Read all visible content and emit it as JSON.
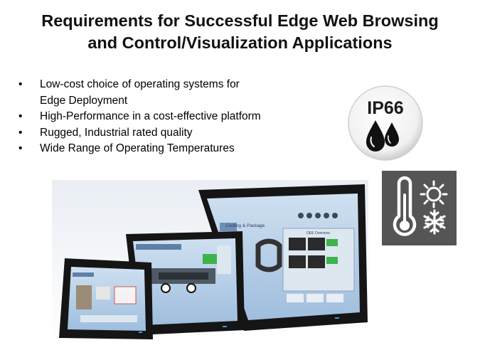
{
  "slide": {
    "title_line1": "Requirements for Successful Edge Web Browsing",
    "title_line2": "and Control/Visualization Applications",
    "bullets": [
      {
        "marker": "•",
        "text_line1": "Low-cost choice of operating systems for",
        "text_line2": "Edge Deployment"
      },
      {
        "marker": "•",
        "text_line1": "High-Performance in a cost-effective platform"
      },
      {
        "marker": "•",
        "text_line1": "Rugged, Industrial rated quality"
      },
      {
        "marker": "•",
        "text_line1": "Wide Range of Operating Temperatures"
      }
    ]
  },
  "badges": {
    "ip_rating": "IP66",
    "ip_icon": "water-drops-icon",
    "temp_icon": "thermometer-sun-snowflake-icon"
  },
  "product_photo": {
    "small_screen_heading": "Cooling & Package",
    "small_screen_panel": "OEE Overview"
  },
  "colors": {
    "bezel": "#151515",
    "temp_badge_bg": "#555555",
    "screen_blue": "#a9c6e2"
  }
}
